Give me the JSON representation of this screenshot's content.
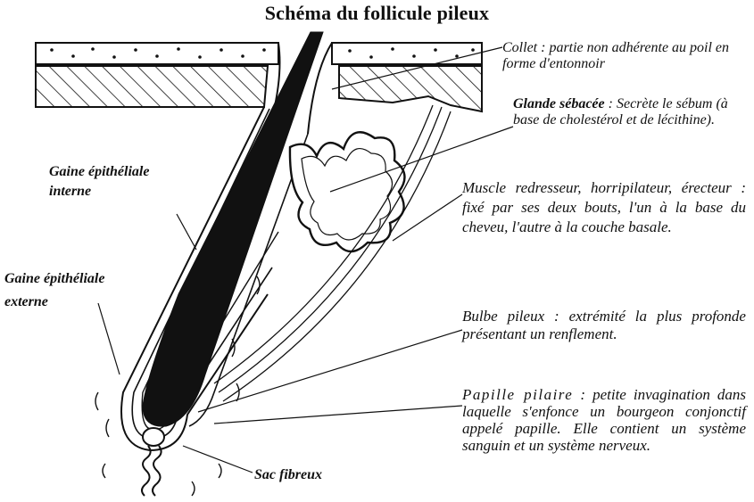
{
  "title": "Schéma du follicule pileux",
  "labels": {
    "collet": {
      "name": "Collet",
      "desc": "partie non adhérente au poil en forme d'entonnoir"
    },
    "glande": {
      "name": "Glande sébacée",
      "desc": "Secrète le sébum (à base de cholestérol et de lécithine)."
    },
    "muscle": {
      "name": "Muscle redresseur, horripilateur, érecteur",
      "desc": "fixé par ses deux bouts, l'un à la base du cheveu, l'autre à la couche basale."
    },
    "bulbe": {
      "name": "Bulbe pileux",
      "desc": "extrémité la plus profonde présentant un renflement."
    },
    "papille": {
      "name": "Papille pilaire",
      "desc": "petite invagination dans laquelle s'enfonce un bourgeon conjonctif appelé papille. Elle contient un système sanguin et un système nerveux."
    },
    "gaine_interne": "Gaine épithéliale interne",
    "gaine_externe": "Gaine épithéliale externe",
    "sac": "Sac fibreux"
  }
}
